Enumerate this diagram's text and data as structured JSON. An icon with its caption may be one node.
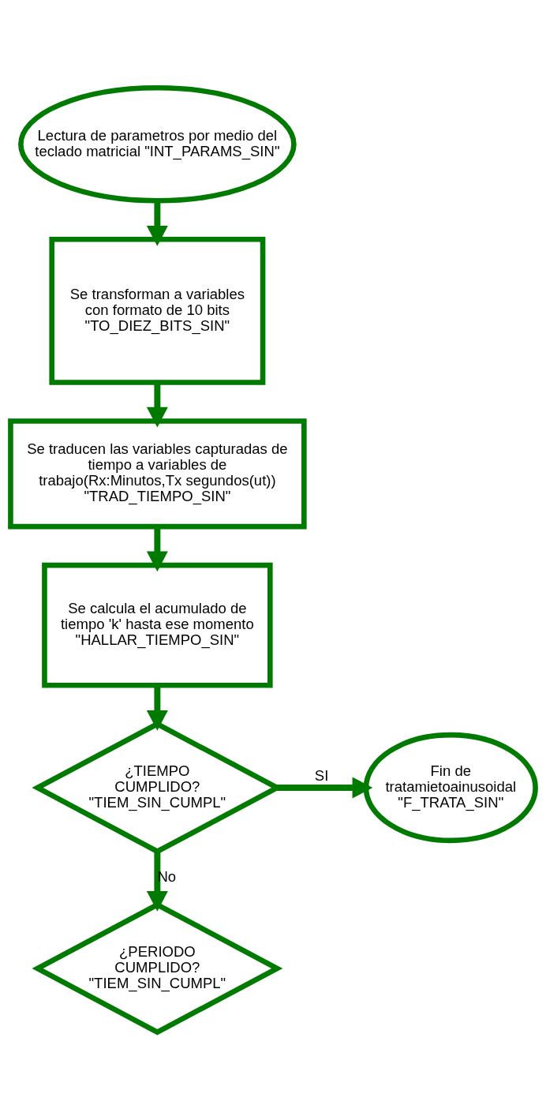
{
  "diagram": {
    "nodes": [
      {
        "text": [
          "Lectura de parametros por medio del teclado matricial \"INT_PARAMS_SIN\""
        ]
      },
      {
        "text": [
          "Se transforman a variables con formato de 10 bits \"TO_DIEZ_BITS_SIN\""
        ]
      },
      {
        "text": [
          "Se traducen las variables capturadas de tiempo a variables de trabajo(Rx:Minutos,Tx segundos(ut)) \"TRAD_TIEMPO_SIN\""
        ]
      },
      {
        "text": [
          "Se calcula el acumulado de tiempo 'k' hasta ese momento \"HALLAR_TIEMPO_SIN\""
        ]
      },
      {
        "text": [
          "¿TIEMPO CUMPLIDO? \"TIEM_SIN_CUMPL\""
        ]
      },
      {
        "text": [
          "Fin de tratamietoainusoidal \"F_TRATA_SIN\""
        ]
      },
      {
        "text": [
          "¿PERIODO CUMPLIDO? \"TIEM_SIN_CUMPL\""
        ]
      }
    ],
    "edges": [
      {
        "from": 0,
        "to": 1,
        "arrow": "to"
      },
      {
        "from": 1,
        "to": 2,
        "arrow": "to"
      },
      {
        "from": 2,
        "to": 3,
        "arrow": "to"
      },
      {
        "from": 3,
        "to": 4,
        "arrow": "to"
      },
      {
        "from": 4,
        "to": 5,
        "arrow": "to",
        "label": "SI"
      },
      {
        "from": 4,
        "to": 6,
        "arrow": "to",
        "label": "No"
      }
    ]
  }
}
